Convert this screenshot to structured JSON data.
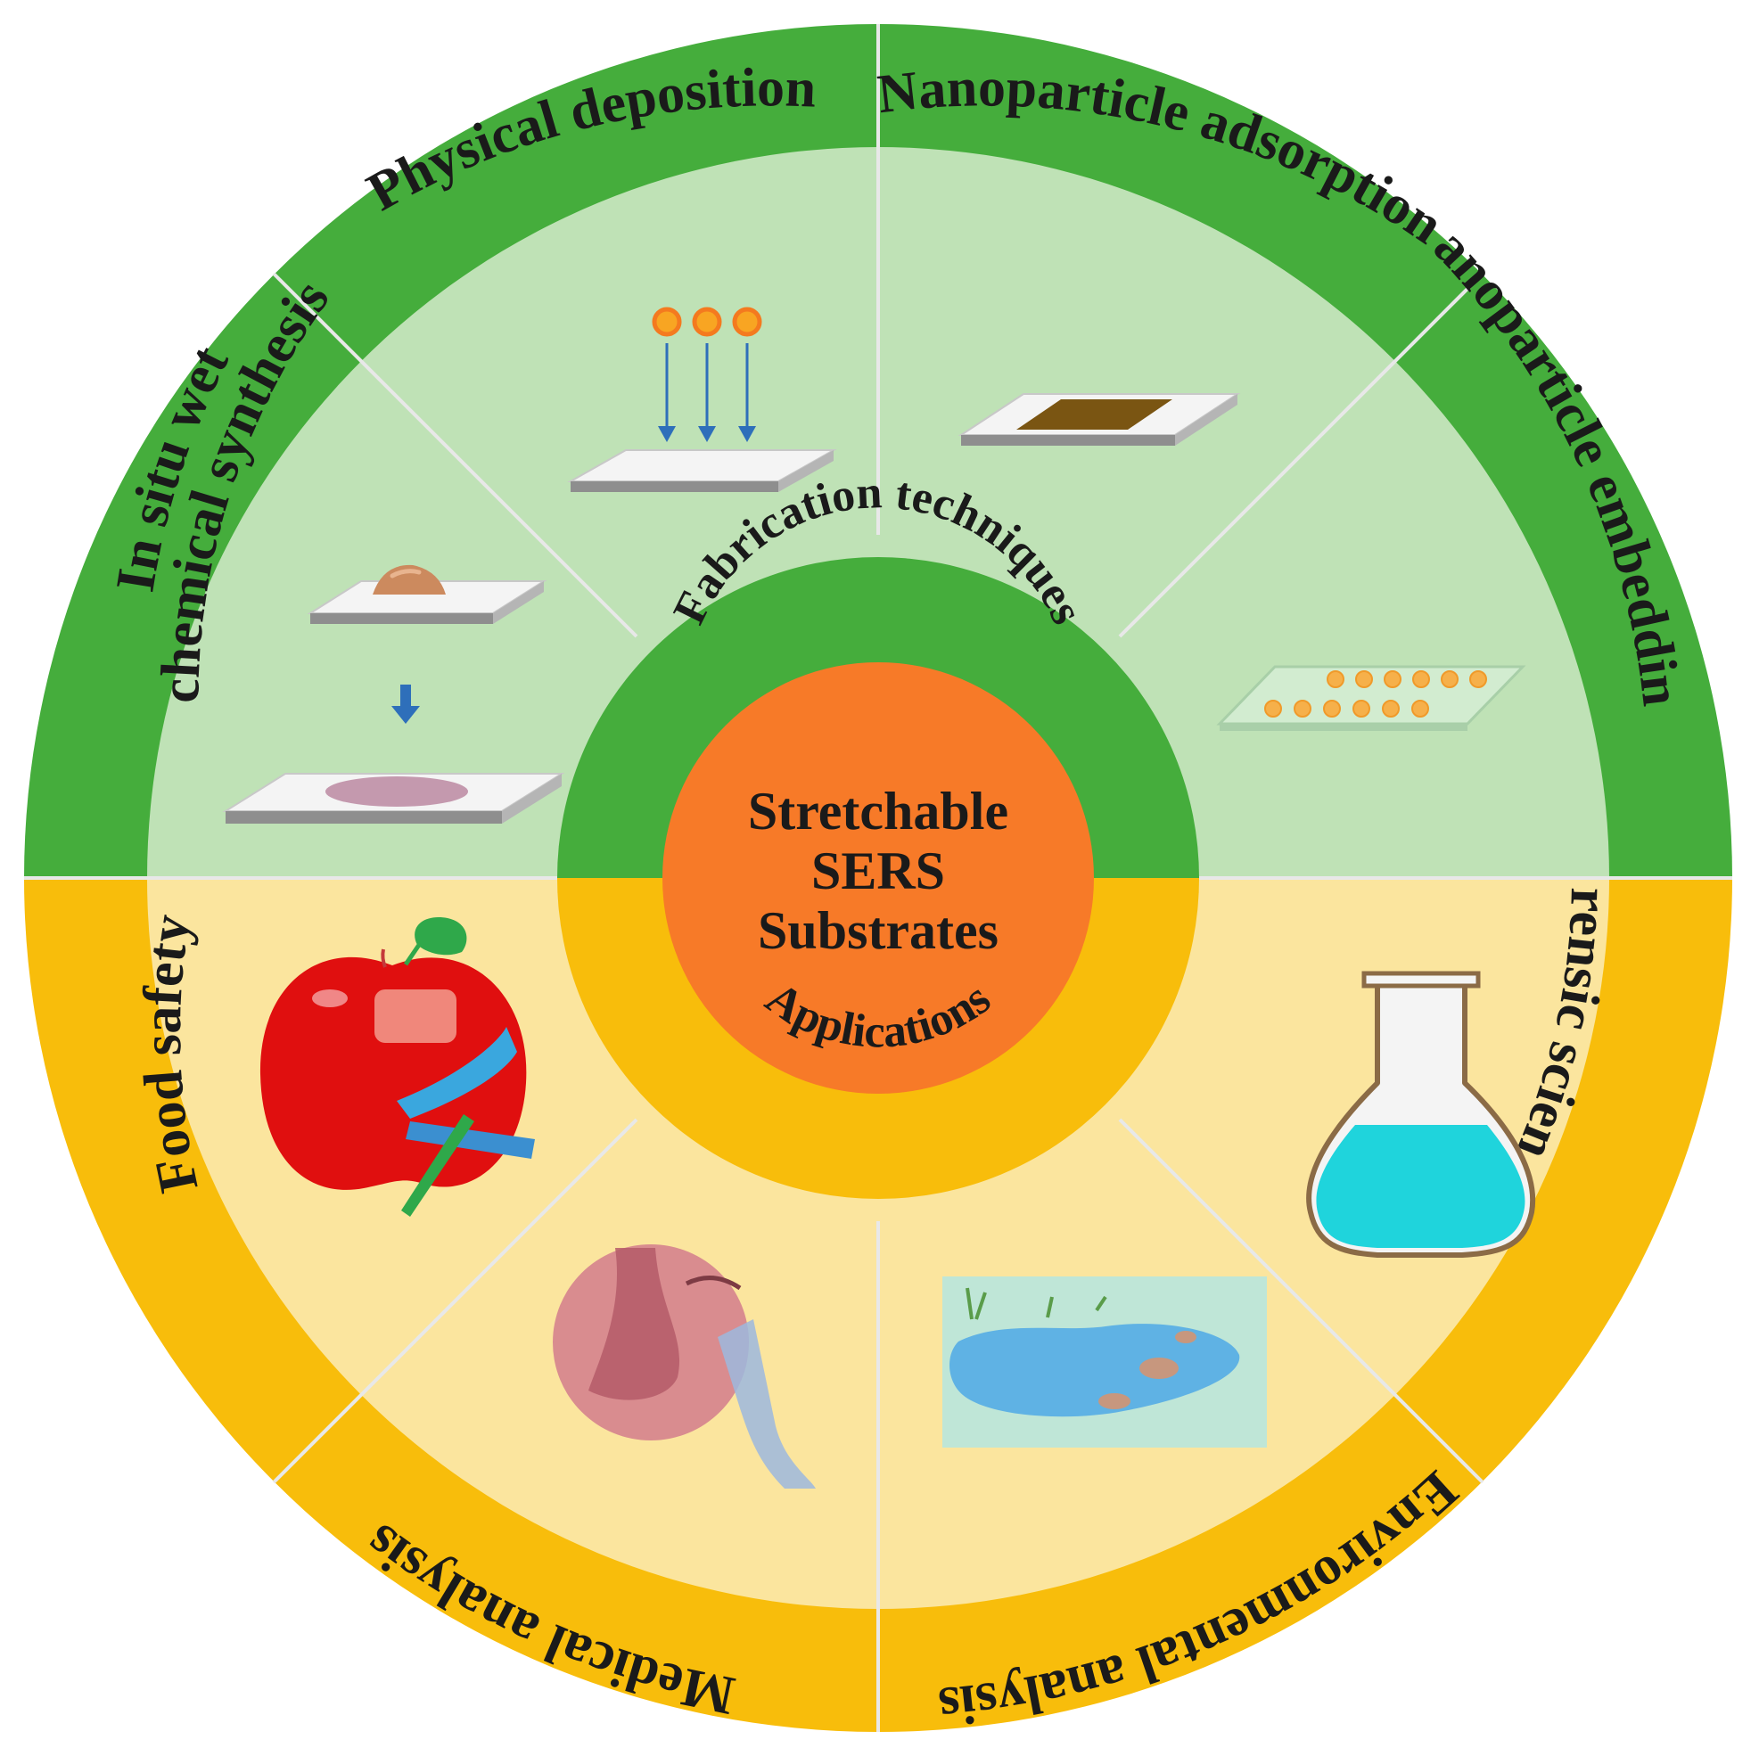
{
  "center": {
    "lines": [
      "Stretchable",
      "SERS",
      "Substrates"
    ]
  },
  "inner_ring": {
    "top_label": "Fabrication techniques",
    "bottom_label": "Applications"
  },
  "fabrication": [
    {
      "label": "In situ wet",
      "label2": "chemical synthesis"
    },
    {
      "label": "Physical deposition"
    },
    {
      "label": "Nanoparticle adsorption"
    },
    {
      "label": "Nanoparticle embedding"
    }
  ],
  "applications": [
    {
      "label": "Food safety"
    },
    {
      "label": "Medical analysis"
    },
    {
      "label": "Environmental analysis"
    },
    {
      "label": "Forensic science"
    }
  ],
  "colors": {
    "green_dark": "#45ad3c",
    "green_light": "#bfe2b6",
    "yellow_dark": "#f8bd0b",
    "yellow_light": "#fbe59e",
    "center_orange": "#f77a28",
    "divider": "#e8e8e8"
  }
}
